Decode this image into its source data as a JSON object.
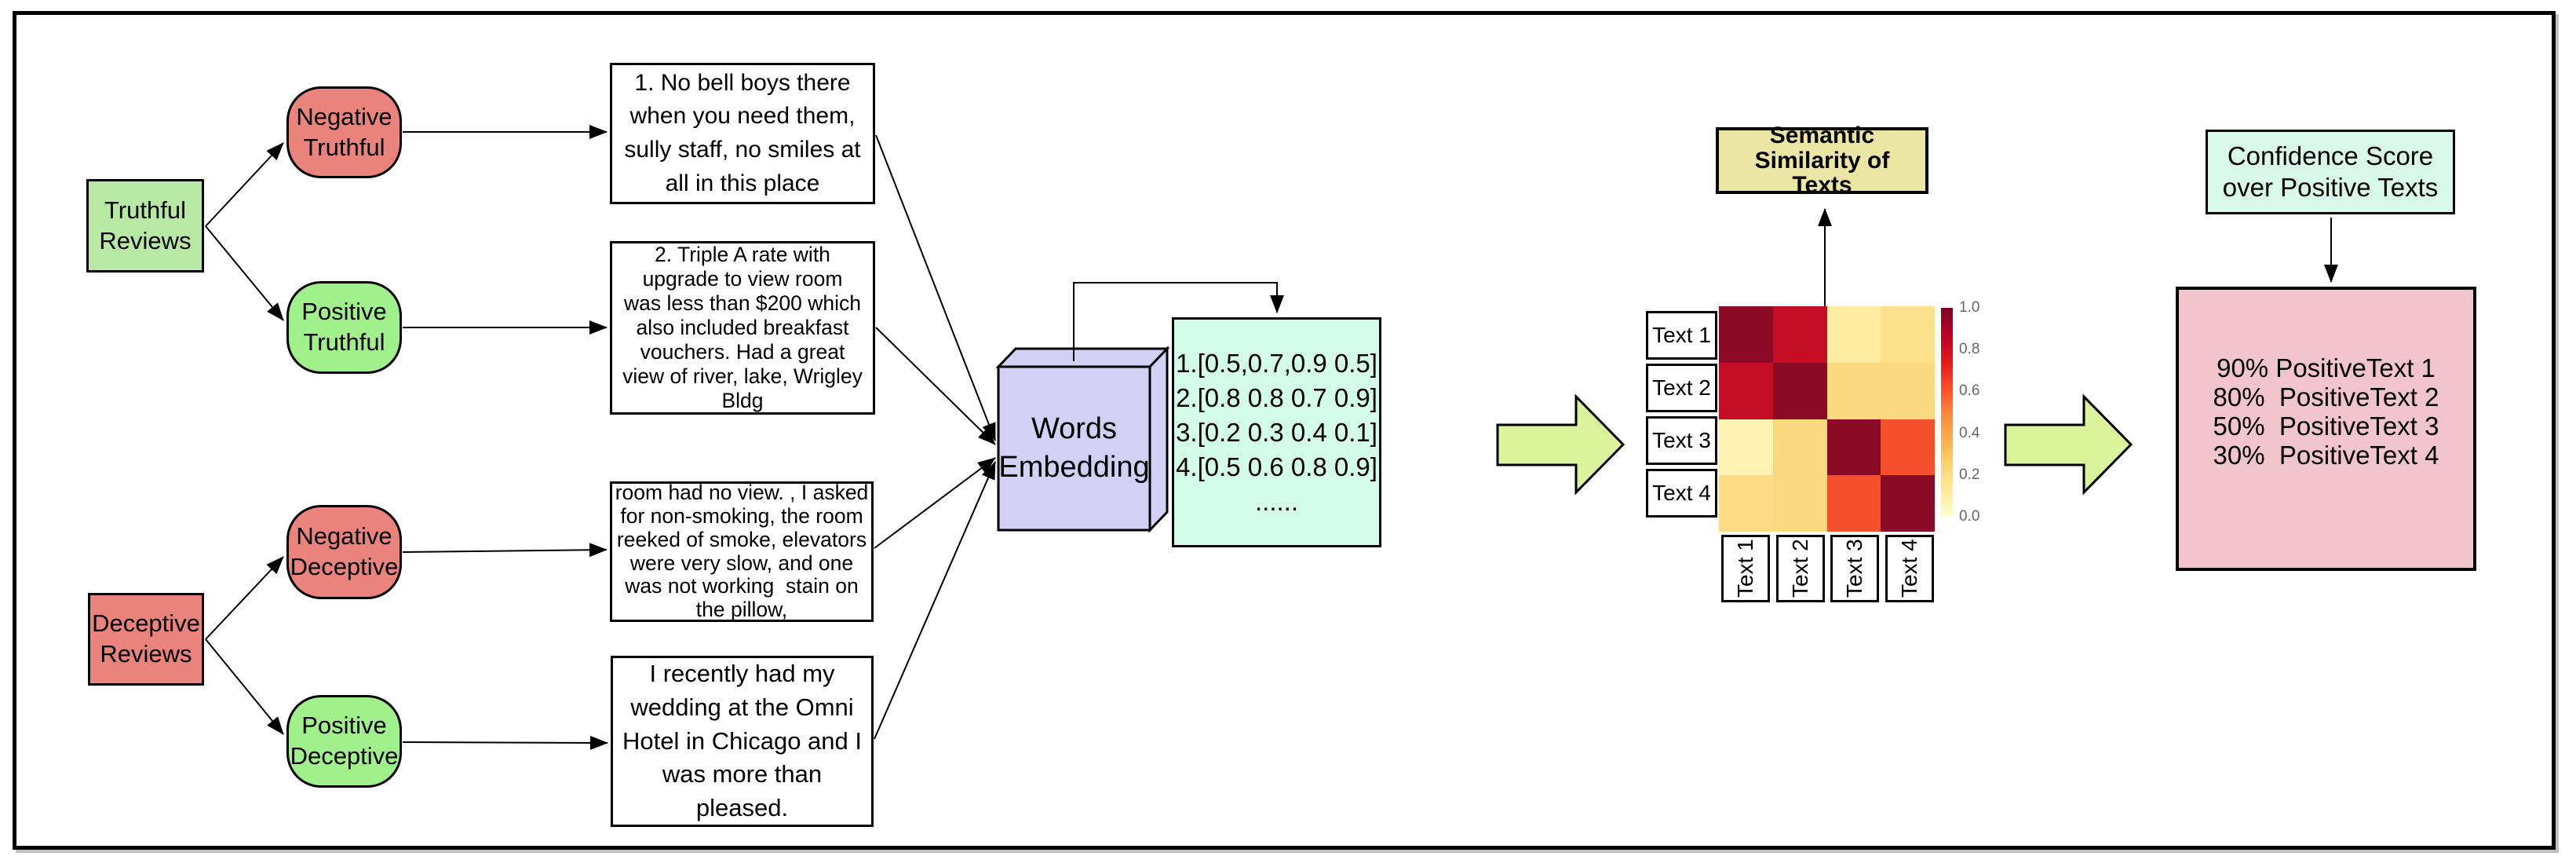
{
  "figure": {
    "left_column": {
      "truthful_reviews": "Truthful\nReviews",
      "deceptive_reviews": "Deceptive\nReviews",
      "negative_truthful": "Negative\nTruthful",
      "positive_truthful": "Positive\nTruthful",
      "negative_deceptive": "Negative\nDeceptive",
      "positive_deceptive": "Positive\nDeceptive"
    },
    "reviews": {
      "review_1": "1. No bell boys there\nwhen you need them,\nsully staff, no smiles at\nall in this place",
      "review_2": "2. Triple A rate with\nupgrade to view room\nwas less than $200 which\nalso included breakfast\nvouchers. Had a great\nview of river, lake, Wrigley\nBldg",
      "review_3": "room had no view. , I asked\nfor non-smoking, the room\nreeked of smoke, elevators\nwere very slow, and one\nwas not working  stain on\nthe pillow,",
      "review_4": "I recently had my\nwedding at the Omni\nHotel in Chicago and I\nwas more than pleased."
    },
    "embedding": {
      "label": "Words\nEmbedding",
      "vectors": [
        "1.[0.5,0.7,0.9 0.5]",
        "2.[0.8 0.8 0.7 0.9]",
        "3.[0.2 0.3 0.4 0.1]",
        "4.[0.5 0.6 0.8 0.9]",
        "......"
      ]
    },
    "confidence": {
      "title": "Confidence Score\nover Positive Texts",
      "scores": [
        "90% PositiveText 1",
        "80%  PositiveText 2",
        "50%  PositiveText 3",
        "30%  PositiveText 4"
      ]
    },
    "colors": {
      "truthful_green": "#b7e8a4",
      "negative_red": "#ea837b",
      "positive_green": "#a0f08b",
      "embedding_purple": "#d4cff5",
      "vector_mint": "#d3fcea",
      "similarity_khaki": "#ece6a4",
      "confidence_cyan": "#d8f8ec",
      "scores_pink": "#f1c5cb",
      "block_arrow_green": "#dbf49b"
    }
  },
  "chart_data": {
    "type": "heatmap",
    "title": "Semantic\nSimilarity of\nTexts",
    "row_labels": [
      "Text 1",
      "Text 2",
      "Text 3",
      "Text 4"
    ],
    "col_labels": [
      "Text 1",
      "Text 2",
      "Text 3",
      "Text 4"
    ],
    "matrix": [
      [
        1.0,
        0.8,
        0.12,
        0.2
      ],
      [
        0.8,
        1.0,
        0.25,
        0.25
      ],
      [
        0.08,
        0.25,
        1.0,
        0.6
      ],
      [
        0.2,
        0.25,
        0.6,
        1.0
      ]
    ],
    "cell_colors": [
      [
        "#8b0a26",
        "#c60d26",
        "#feeca3",
        "#fce18c"
      ],
      [
        "#c60d26",
        "#8b0a26",
        "#fbd97f",
        "#fbd97f"
      ],
      [
        "#fef3b3",
        "#fbd97f",
        "#8b0a26",
        "#f4502c"
      ],
      [
        "#fbdc85",
        "#fbd97f",
        "#f4502c",
        "#8b0a26"
      ]
    ],
    "colorbar_ticks": [
      "1.0",
      "0.8",
      "0.6",
      "0.4",
      "0.2",
      "0.0"
    ],
    "value_range": [
      0.0,
      1.0
    ],
    "colormap": "YlOrRd",
    "legend_position": "right"
  }
}
